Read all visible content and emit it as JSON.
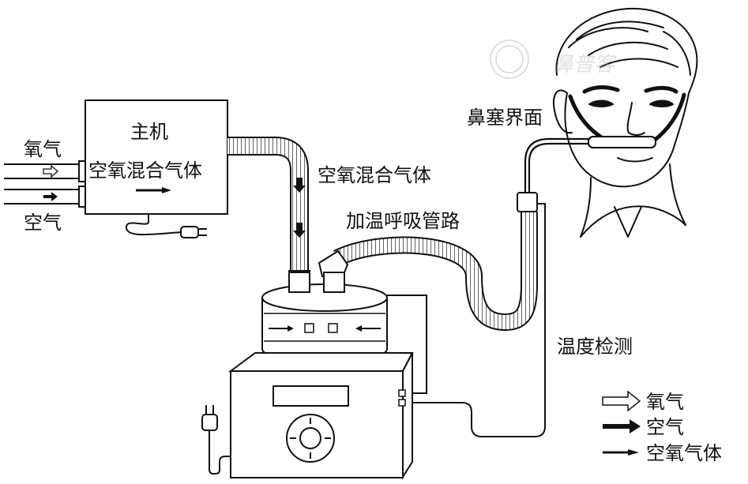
{
  "labels": {
    "oxygen_in": "氧气",
    "air_in": "空气",
    "host_title": "主机",
    "host_subtitle": "空氧混合气体",
    "mixed_gas": "空氧混合气体",
    "heated_circuit": "加温呼吸管路",
    "nasal_interface": "鼻塞界面",
    "temp_detection": "温度检测"
  },
  "legend": [
    {
      "icon": "hollow-arrow-icon",
      "label": "氧气"
    },
    {
      "icon": "bold-arrow-icon",
      "label": "空气"
    },
    {
      "icon": "thin-arrow-icon",
      "label": "空氧气体"
    }
  ],
  "colors": {
    "line": "#111111",
    "background": "#ffffff"
  }
}
